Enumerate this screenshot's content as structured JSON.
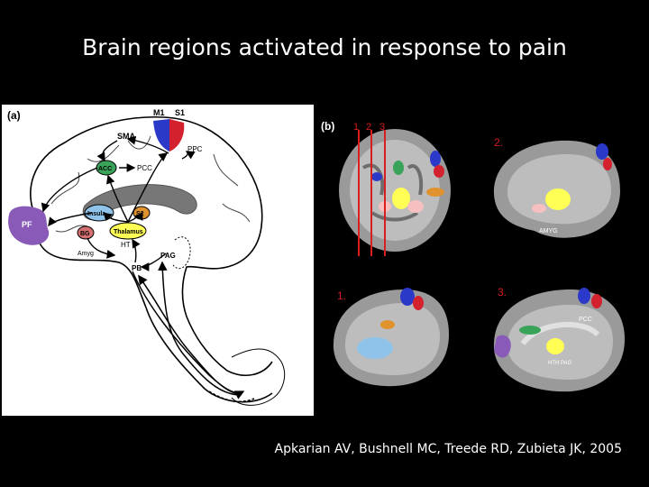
{
  "title": "Brain regions activated in response to pain",
  "citation": "Apkarian AV, Bushnell MC, Treede RD, Zubieta JK, 2005",
  "panel_a": {
    "label": "(a)",
    "regions": {
      "m1": "M1",
      "s1": "S1",
      "sma": "SMA",
      "ppc": "PPC",
      "acc": "ACC",
      "pcc": "PCC",
      "insula": "Insula",
      "s2": "S2",
      "pf": "PF",
      "bg": "BG",
      "thalamus": "Thalamus",
      "ht": "HT",
      "amyg": "Amyg",
      "pag": "PAG",
      "pb": "PB"
    }
  },
  "panel_b": {
    "label": "(b)",
    "slice_numbers": [
      "1",
      "2",
      "3"
    ],
    "views": {
      "v2": "2.",
      "v1": "1.",
      "v3": "3."
    },
    "labels": {
      "amyg": "AMYG",
      "pcc": "PCC",
      "hth_pag": "HTH   PAG"
    }
  },
  "colors": {
    "m1": "#2b39c9",
    "s1": "#d3222e",
    "acc": "#3aa35a",
    "insula": "#8fc3ea",
    "s2": "#e0922e",
    "pf": "#8a5ab8",
    "bg": "#d36f6f",
    "thalamus": "#ffff55",
    "amyg": "#f6c0c0",
    "slice_line": "#d81e1e"
  }
}
